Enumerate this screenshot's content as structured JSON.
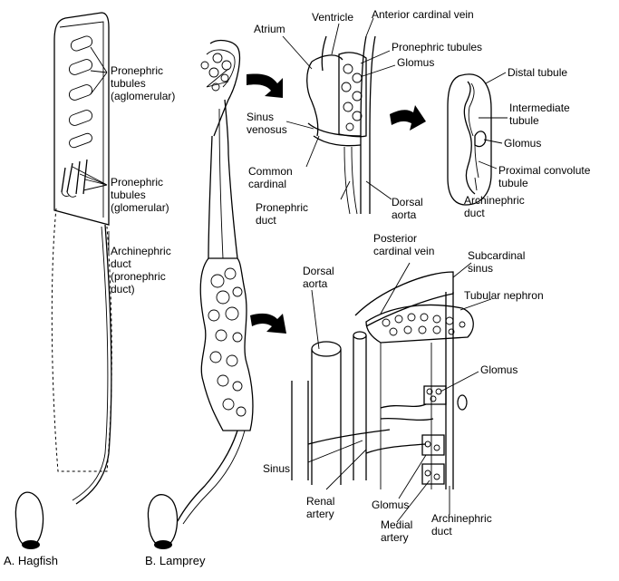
{
  "hagfish": {
    "caption": "A. Hagfish",
    "label_pronephric_aglomerular": "Pronephric\ntubules\n(aglomerular)",
    "label_pronephric_glomerular": "Pronephric\ntubules\n(glomerular)",
    "label_archinephric_duct": "Archinephric\nduct\n(pronephric\nduct)"
  },
  "lamprey": {
    "caption": "B. Lamprey"
  },
  "pronephros_detail": {
    "atrium": "Atrium",
    "ventricle": "Ventricle",
    "anterior_cardinal_vein": "Anterior cardinal vein",
    "pronephric_tubules": "Pronephric tubules",
    "glomus": "Glomus",
    "sinus_venosus": "Sinus\nvenosus",
    "common_cardinal": "Common\ncardinal",
    "pronephric_duct": "Pronephric\nduct",
    "dorsal_aorta": "Dorsal\naorta"
  },
  "tubule_detail": {
    "distal_tubule": "Distal tubule",
    "intermediate_tubule": "Intermediate\ntubule",
    "glomus": "Glomus",
    "proximal_convolute_tubule": "Proximal convolute\ntubule",
    "archinephric_duct": "Archinephric\nduct"
  },
  "mesonephros_detail": {
    "posterior_cardinal_vein": "Posterior\ncardinal vein",
    "subcardinal_sinus": "Subcardinal\nsinus",
    "dorsal_aorta": "Dorsal\naorta",
    "tubular_nephron": "Tubular nephron",
    "glomus_upper": "Glomus",
    "sinus": "Sinus",
    "renal_artery": "Renal\nartery",
    "glomus_lower": "Glomus",
    "medial_artery": "Medial\nartery",
    "archinephric_duct": "Archinephric\nduct"
  }
}
